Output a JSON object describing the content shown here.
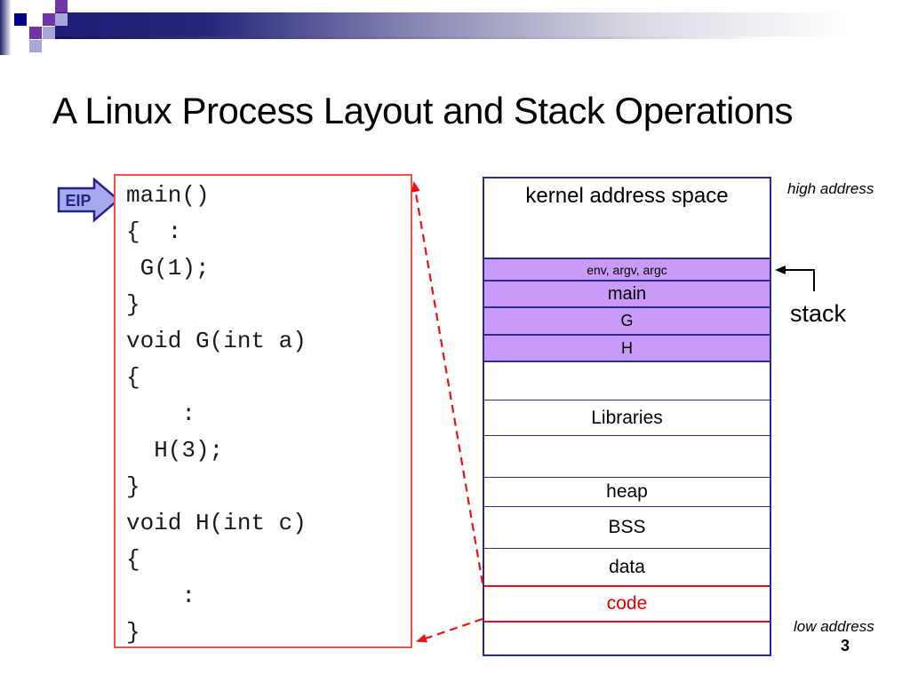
{
  "slide": {
    "title": "A Linux Process Layout and Stack Operations",
    "page_number": "3"
  },
  "eip_pointer": {
    "label": "EIP"
  },
  "code_box": {
    "lines": [
      "main()",
      "{  :",
      " G(1);",
      "}",
      "void G(int a)",
      "{",
      "    :",
      "  H(3);",
      "}",
      "void H(int c)",
      "{",
      "    :",
      "}"
    ]
  },
  "memory_map": {
    "rows": [
      {
        "label": "kernel address space",
        "h": 89,
        "bg": "white",
        "sep": "none",
        "fs": 24,
        "va": "top"
      },
      {
        "label": "env, argv, argc",
        "h": 25,
        "bg": "purple",
        "sep": "navy2",
        "fs": 14
      },
      {
        "label": "main",
        "h": 30,
        "bg": "purple",
        "sep": "navy2",
        "fs": 20
      },
      {
        "label": "G",
        "h": 31,
        "bg": "purple",
        "sep": "navy2",
        "fs": 18
      },
      {
        "label": "H",
        "h": 30,
        "bg": "purple",
        "sep": "navy2",
        "fs": 18
      },
      {
        "label": "",
        "h": 44,
        "bg": "white",
        "sep": "navy2",
        "fs": 0
      },
      {
        "label": "Libraries",
        "h": 40,
        "bg": "white",
        "sep": "navy",
        "fs": 21
      },
      {
        "label": "",
        "h": 47,
        "bg": "white",
        "sep": "navy",
        "fs": 0
      },
      {
        "label": "heap",
        "h": 33,
        "bg": "white",
        "sep": "navy",
        "fs": 21
      },
      {
        "label": "BSS",
        "h": 47,
        "bg": "white",
        "sep": "navy",
        "fs": 21
      },
      {
        "label": "data",
        "h": 42,
        "bg": "white",
        "sep": "navy",
        "fs": 21
      },
      {
        "label": "code",
        "h": 40,
        "bg": "white",
        "sep": "red",
        "fs": 21,
        "color": "red"
      },
      {
        "label": "",
        "h": 38,
        "bg": "white",
        "sep": "red",
        "fs": 0
      }
    ]
  },
  "labels": {
    "high_address": "high address",
    "stack": "stack",
    "low_address": "low address"
  },
  "colors": {
    "navy": "#2b2b90",
    "purple": "#c99af7",
    "red_line": "#e01222",
    "code_box_border": "#ff4d4d",
    "dash_red": "#ee1111",
    "code_text": "#d90000",
    "eip_fill": "#a8a8ec",
    "eip_border": "#22228a"
  }
}
